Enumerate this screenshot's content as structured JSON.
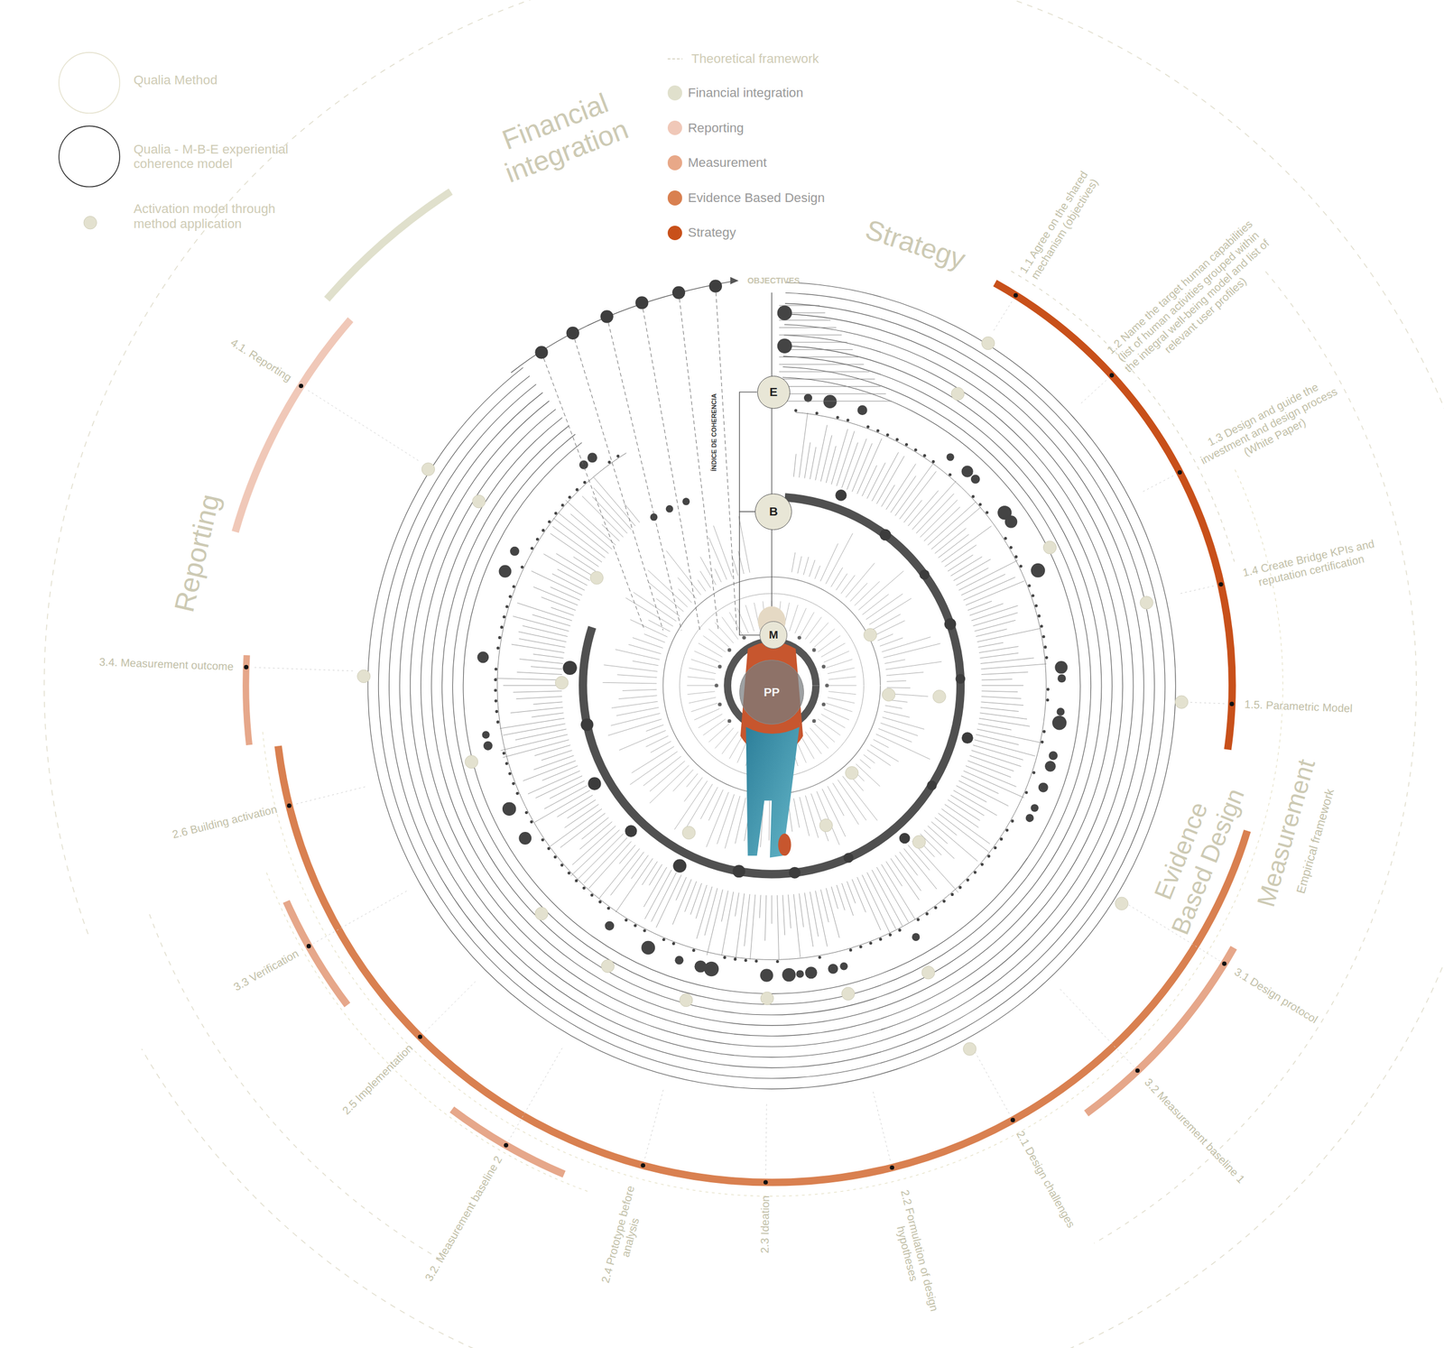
{
  "diagram": {
    "nodes": [
      {
        "text": [
          "E"
        ]
      },
      {
        "text": [
          "B"
        ]
      },
      {
        "text": [
          "M"
        ]
      },
      {
        "text": [
          "PP"
        ]
      }
    ],
    "edges": [
      {
        "from": 0,
        "to": 1,
        "arrow": "none"
      },
      {
        "from": 1,
        "to": 2,
        "arrow": "none"
      }
    ],
    "labels": [
      "Theoretical framework",
      "Financial integration",
      "Strategy",
      "Reporting",
      "Evidence Based Design",
      "Measurement",
      "Empirical framework",
      "1.1 Agree on the shared mechanism (objectives)",
      "1.2 Name the target human capabilities (list of human activities grouped within the integral well-being model and list of relevant user profiles)",
      "1.3 Design and guide the investment and design process (White Paper)",
      "1.4 Create Bridge KPIs and reputation certification",
      "1.5. Parametric Model",
      "3.1 Design protocol",
      "3.2 Measurement baseline 1",
      "2.1 Design challenges",
      "2.2 Formulation of design hypotheses",
      "2.3 Ideation",
      "2.4 Prototype before analysis",
      "3.2. Measurement baseline 2",
      "2.5 Implementation",
      "3.3 Verification",
      "2.6 Building activation",
      "3.4. Measurement outcome",
      "4.1. Reporting",
      "OBJECTIVES",
      "ÍNDICE DE COHERENCIA"
    ],
    "legend": [
      {
        "text": "Qualia Method"
      },
      {
        "text": "Qualia - M-B-E experiential coherence model"
      },
      {
        "text": "Activation model through method application"
      },
      {
        "text": "Financial integration",
        "color": "#e0e0cc"
      },
      {
        "text": "Reporting",
        "color": "#f0c8b8"
      },
      {
        "text": "Measurement",
        "color": "#e8a888"
      },
      {
        "text": "Evidence Based Design",
        "color": "#d98050"
      },
      {
        "text": "Strategy",
        "color": "#c8501a"
      }
    ]
  }
}
